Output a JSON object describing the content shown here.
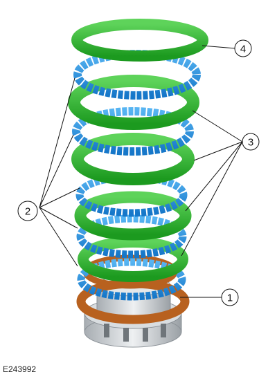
{
  "figure_id": "E243992",
  "callouts": [
    {
      "id": "1",
      "label": "1"
    },
    {
      "id": "2",
      "label": "2"
    },
    {
      "id": "3",
      "label": "3"
    },
    {
      "id": "4",
      "label": "4"
    }
  ],
  "colors": {
    "friction_plate": "#1f8fe0",
    "steel_plate": "#2db52d",
    "pressure_plate": "#b8611f",
    "hub": "#bfc4c8",
    "leader": "#111111"
  }
}
